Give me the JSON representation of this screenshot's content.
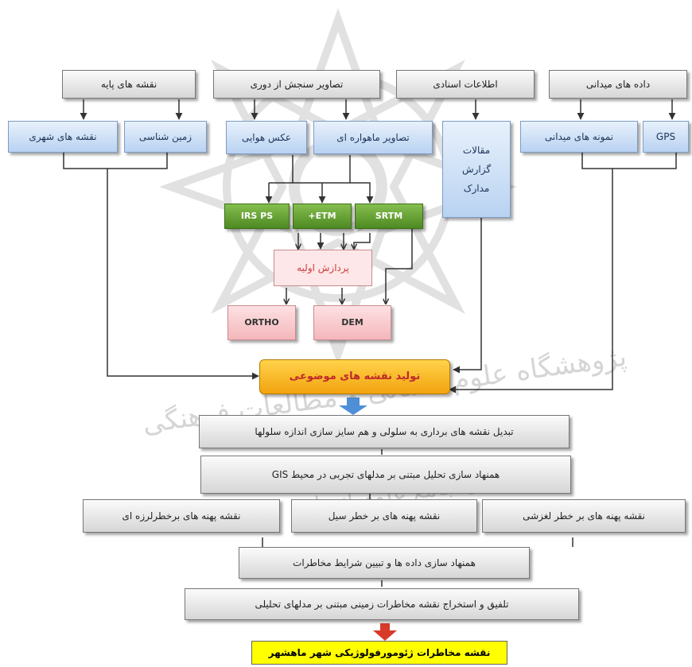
{
  "sources": {
    "field_data": "داده های میدانی",
    "documents": "اطلاعات اسنادی",
    "remote_sensing": "تصاویر سنجش از دوری",
    "base_maps": "نقشه های پایه"
  },
  "inputs": {
    "gps": "GPS",
    "field_samples": "نمونه های میدانی",
    "articles": "مقالات",
    "report": "گزارش",
    "documents": "مدارک",
    "satellite_images": "تصاویر ماهواره ای",
    "aerial_photo": "عکس هوایی",
    "geology": "زمین شناسی",
    "urban_maps": "نقشه های شهری"
  },
  "sensors": {
    "srtm": "SRTM",
    "etm": "ETM+",
    "irs": "IRS PS"
  },
  "processing": {
    "preprocess": "پردازش اولیه",
    "dem": "DEM",
    "ortho": "ORTHO"
  },
  "steps": {
    "thematic_maps": "تولید نقشه های موضوعی",
    "vector_to_raster": "تبدیل نقشه های برداری به سلولی و هم سایز سازی اندازه سلولها",
    "gis_analysis": "همنهاد سازی تحلیل مبتنی بر مدلهای تجربی در محیط GIS",
    "landslide": "نقشه پهنه های بر خطر لغزشی",
    "flood": "نقشه پهنه های بر خطر سیل",
    "earthquake": "نقشه پهنه های برخطرلرزه ای",
    "integration": "همنهاد سازی داده ها و تبیین شرایط مخاطرات",
    "extraction": "تلفیق و استخراج نقشه مخاطرات زمینی مبتنی بر مدلهای تحلیلی",
    "final": "نقشه مخاطرات ژئومورفولوژیکی شهر ماهشهر"
  },
  "watermark": {
    "line1": "پژوهشگاه علوم انسانی و مطالعات فرهنگی",
    "line2": "پرتال جامع علوم انسانی"
  },
  "colors": {
    "line": "#333333",
    "blue_arrow": "#4f8fd8",
    "red_arrow": "#d83b2a"
  }
}
